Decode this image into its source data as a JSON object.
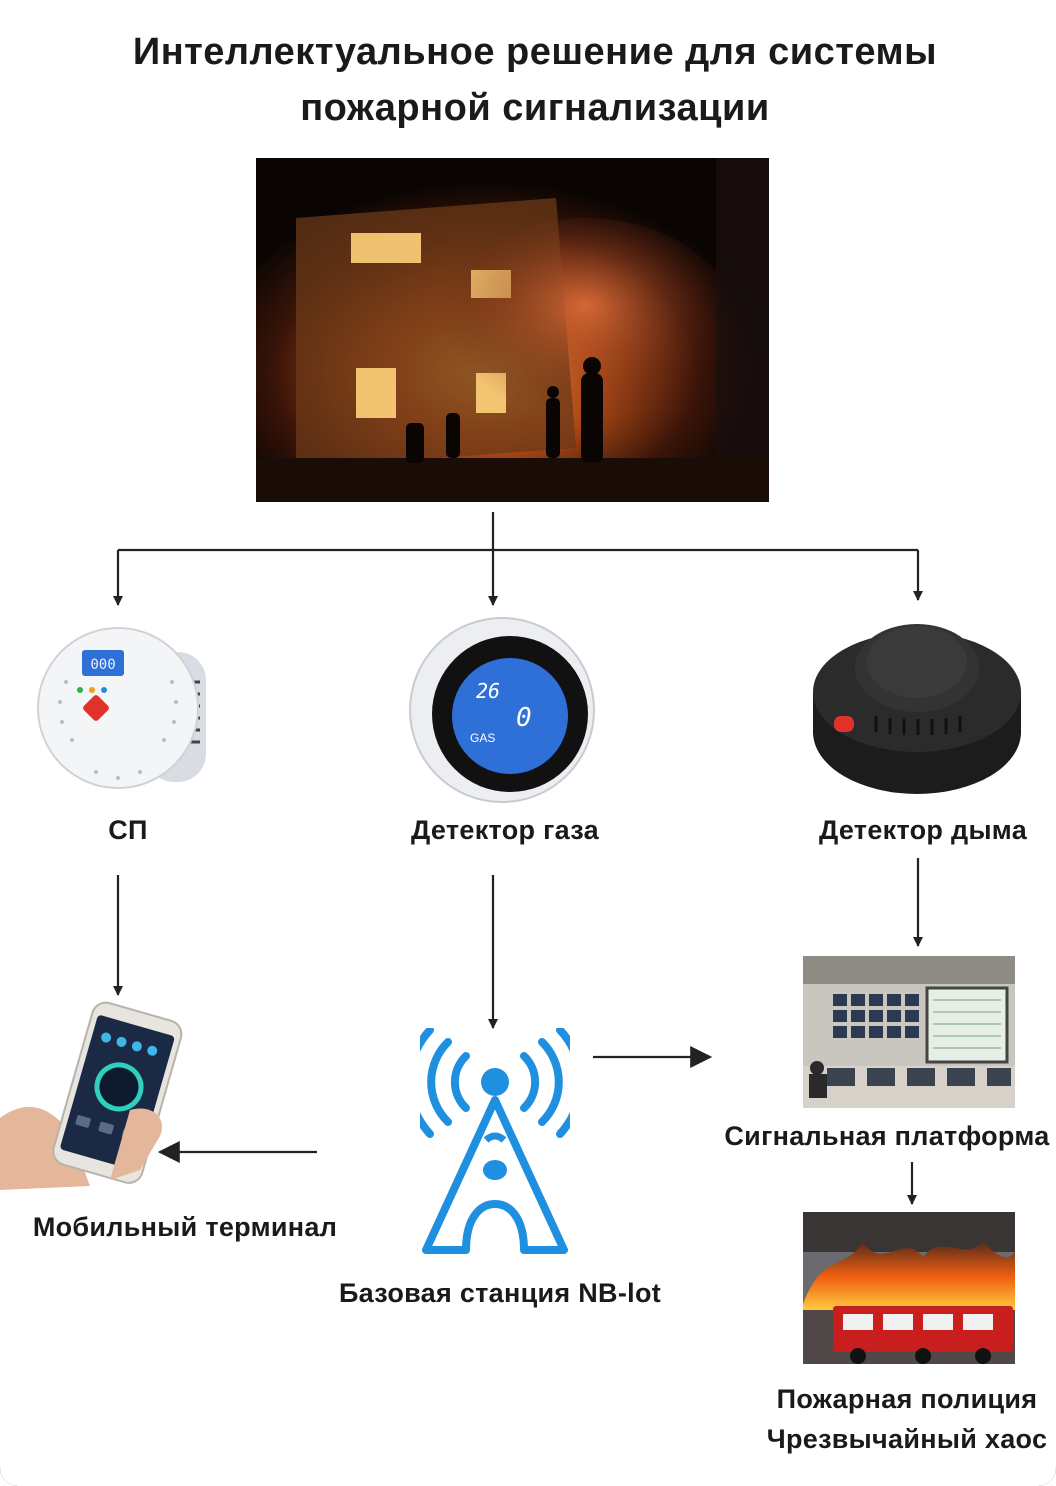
{
  "title": {
    "line1": "Интеллектуальное решение для системы",
    "line2": "пожарной сигнализации"
  },
  "devices": {
    "co_alarm": {
      "label": "СП",
      "display": "000",
      "icon": "co-alarm-icon"
    },
    "gas_detector": {
      "label": "Детектор газа",
      "display_temp": "26",
      "display_value": "0",
      "display_mode": "GAS",
      "icon": "gas-detector-icon"
    },
    "smoke_detector": {
      "label": "Детектор дыма",
      "icon": "smoke-detector-icon"
    }
  },
  "nodes": {
    "mobile": {
      "label": "Мобильный терминал",
      "icon": "smartphone-icon"
    },
    "base_station": {
      "label": "Базовая станция NB-lot",
      "icon": "signal-tower-icon"
    },
    "platform": {
      "label": "Сигнальная платформа",
      "icon": "control-room-icon"
    },
    "fire_police": {
      "line1": "Пожарная полиция",
      "line2": "Чрезвычайный хаос",
      "icon": "fire-truck-icon"
    }
  },
  "colors": {
    "tower_blue": "#1f8fe0",
    "arrow": "#222222",
    "lcd_blue": "#2f6fd8",
    "alarm_red": "#e0312a"
  }
}
